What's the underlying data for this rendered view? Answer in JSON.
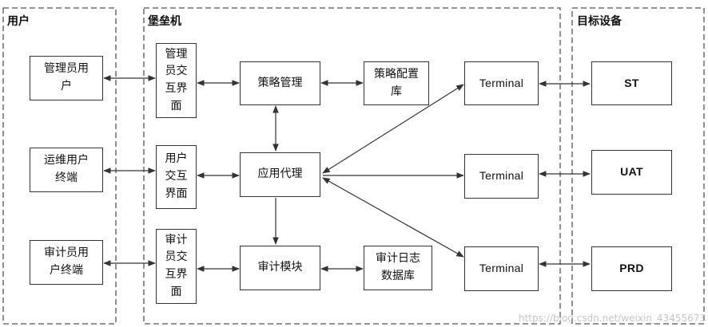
{
  "regions": {
    "user": {
      "title": "用户"
    },
    "bastion": {
      "title": "堡垒机"
    },
    "targets": {
      "title": "目标设备"
    }
  },
  "users": {
    "admin_user": "管理员用\n户",
    "ops_user": "运维用户\n终端",
    "audit_user": "审计员用\n户终端"
  },
  "interfaces": {
    "admin_ui": "管理\n员交\n互界\n面",
    "user_ui": "用户\n交互\n界面",
    "audit_ui": "审计\n员交\n互界\n面"
  },
  "core": {
    "policy_mgmt": "策略管理",
    "policy_db": "策略配置\n库",
    "app_proxy": "应用代理",
    "audit_module": "审计模块",
    "audit_log_db": "审计日志\n数据库"
  },
  "terminals": {
    "t1": "Terminal",
    "t2": "Terminal",
    "t3": "Terminal"
  },
  "devices": {
    "st": "ST",
    "uat": "UAT",
    "prd": "PRD"
  },
  "watermark": "https://blog.csdn.net/weixin_43455673"
}
